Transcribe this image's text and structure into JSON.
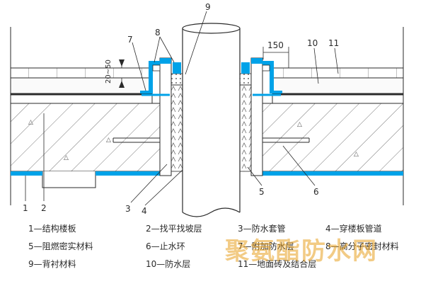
{
  "callouts": {
    "n1": "1",
    "n2": "2",
    "n3": "3",
    "n4": "4",
    "n5": "5",
    "n6": "6",
    "n7": "7",
    "n8": "8",
    "n9": "9",
    "n10": "10",
    "n11": "11"
  },
  "dimensions": {
    "flange_width": "150",
    "gap": "20~50"
  },
  "legend": [
    "1—结构楼板",
    "2—找平找坡层",
    "3—防水套管",
    "4—穿楼板管道",
    "5—阻燃密实材料",
    "6—止水环",
    "7—附加防水层",
    "8—高分子密封材料",
    "9—背衬材料",
    "10—防水层",
    "11—地面砖及结合层"
  ],
  "watermark": {
    "text": "聚氨酯防水网",
    "color": "#e8a020"
  },
  "colors": {
    "waterproof": "#00a2e8",
    "line": "#2a2a2a"
  }
}
